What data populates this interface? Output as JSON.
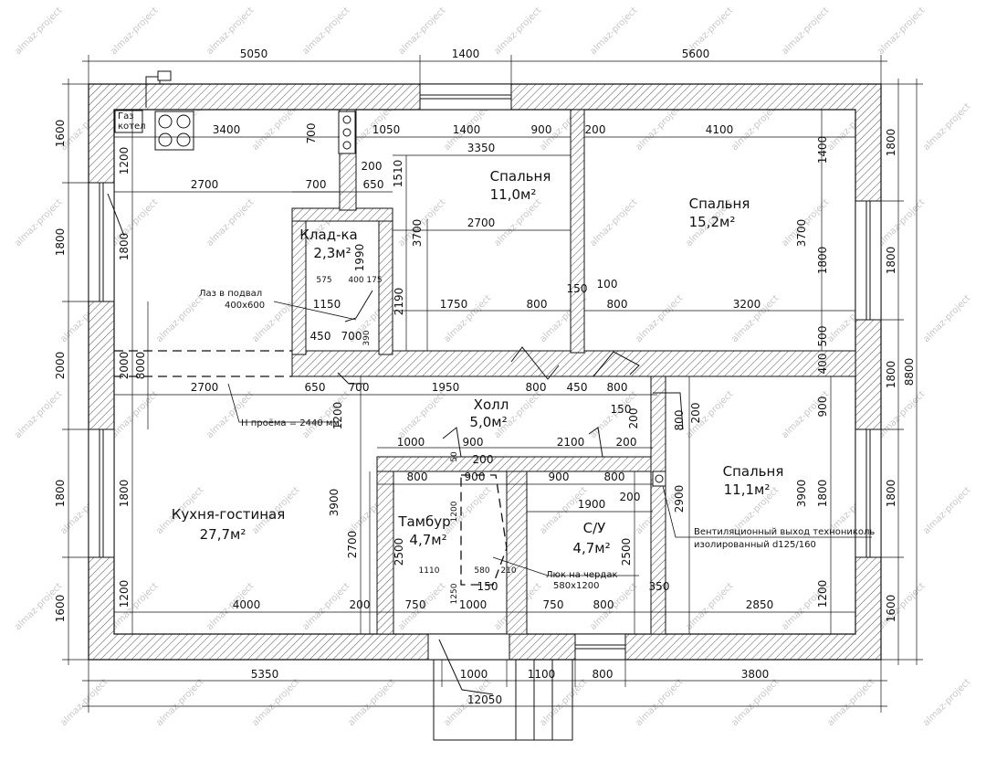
{
  "watermark": "almaz-project",
  "dims": {
    "top_outer": [
      "5050",
      "1400",
      "5600"
    ],
    "bottom_outer": [
      "5350",
      "1000",
      "1100",
      "800",
      "3800"
    ],
    "bottom_total": "12050",
    "left_outer": [
      "1600",
      "1800",
      "2000",
      "1800",
      "1600"
    ],
    "right_outer": [
      "1800",
      "1800",
      "1800",
      "1600"
    ],
    "right_total": "8800",
    "inner": {
      "d3400": "3400",
      "d700a": "700",
      "d1050": "1050",
      "d1400": "1400",
      "d900a": "900",
      "d200a": "200",
      "d4100": "4100",
      "d3350": "3350",
      "d2700a": "2700",
      "d700b": "700",
      "d650a": "650",
      "d200b": "200",
      "d1510": "1510",
      "d3700a": "3700",
      "d2700b": "2700",
      "d1990": "1990",
      "d575": "575",
      "d400": "400",
      "d175": "175",
      "d2190": "2190",
      "d1150": "1150",
      "d1750": "1750",
      "d800a": "800",
      "d150a": "150",
      "d100": "100",
      "d800b": "800",
      "d3200": "3200",
      "d450a": "450",
      "d700c": "700",
      "d390": "390",
      "d2700c": "2700",
      "d650b": "650",
      "d700d": "700",
      "d1950": "1950",
      "d800c": "800",
      "d450b": "450",
      "d800d": "800",
      "d150b": "150",
      "d200c": "200",
      "d800e": "800",
      "d200d": "200",
      "d1200a": "1200",
      "d1000a": "1000",
      "d900b": "900",
      "d2100": "2100",
      "d200e": "200",
      "d50": "50",
      "d200f": "200",
      "d800f": "800",
      "d900c": "900",
      "d900d": "900",
      "d800g": "800",
      "d200g": "200",
      "d1900": "1900",
      "d2900": "2900",
      "d3900a": "3900",
      "d3900b": "3900",
      "d2700d": "2700",
      "d2500a": "2500",
      "d1200b": "1200",
      "d1110": "1110",
      "d580": "580",
      "d210": "210",
      "d1250": "1250",
      "d2500b": "2500",
      "d4000": "4000",
      "d200h": "200",
      "d750a": "750",
      "d1000b": "1000",
      "d150c": "150",
      "d750b": "750",
      "d800h": "800",
      "d350": "350",
      "d2850": "2850",
      "d1200c": "1200",
      "d1800a": "1800",
      "d1800b": "1800",
      "d1200d": "1200",
      "d1400v": "1400",
      "d3700b": "3700",
      "d1800c": "1800",
      "d500": "500",
      "d400v": "400",
      "d900v": "900",
      "d1200e": "1200",
      "d1800d": "1800",
      "d8000": "8000",
      "d2000": "2000",
      "d700e": "700"
    }
  },
  "rooms": {
    "bedroom_top": {
      "name": "Спальня",
      "area": "11,0м²"
    },
    "bedroom_right": {
      "name": "Спальня",
      "area": "15,2м²"
    },
    "bedroom_bottom": {
      "name": "Спальня",
      "area": "11,1м²"
    },
    "pantry": {
      "name": "Клад-ка",
      "area": "2,3м²"
    },
    "hall": {
      "name": "Холл",
      "area": "5,0м²"
    },
    "kitchen": {
      "name": "Кухня-гостиная",
      "area": "27,7м²"
    },
    "vestibule": {
      "name": "Тамбур",
      "area": "4,7м²"
    },
    "bathroom": {
      "name": "С/У",
      "area": "4,7м²"
    }
  },
  "notes": {
    "boiler_1": "Газ",
    "boiler_2": "котел",
    "cellar_1": "Лаз в подвал",
    "cellar_2": "400х600",
    "opening": "Н проёма = 2440 мм",
    "attic_1": "Люк на чердак",
    "attic_2": "580х1200",
    "vent_1": "Вентиляционный выход технониколь",
    "vent_2": "изолированный d125/160"
  }
}
